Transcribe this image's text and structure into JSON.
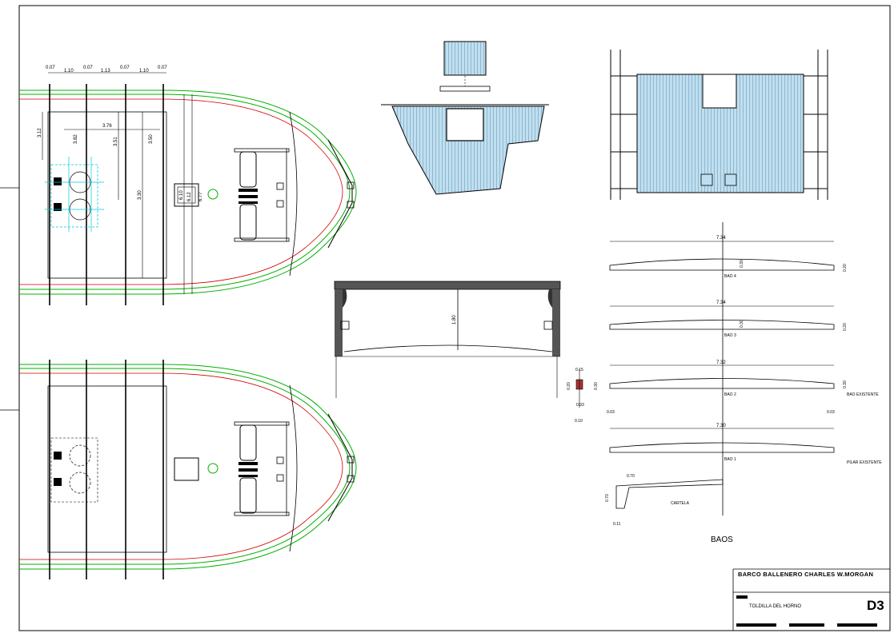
{
  "title_block": {
    "project": "BARCO BALLENERO CHARLES W.MORGAN",
    "sheet_title": "TOLDILLA DEL HORNO",
    "sheet_code": "D3"
  },
  "plan_dimensions": {
    "top": [
      "0.07",
      "1.10",
      "0.07",
      "1.13",
      "0.07",
      "1.10",
      "0.07"
    ],
    "vertical": [
      "3.12",
      "3.82",
      "3.51",
      "3.50",
      "3.30",
      "6.10",
      "6.12",
      "6.77"
    ],
    "horizontal": [
      "3.76"
    ]
  },
  "section": {
    "height_label": "1.80"
  },
  "detail": {
    "labels": [
      "0.15",
      "0.20",
      "0.30",
      "0.03",
      "0.10"
    ]
  },
  "beams": {
    "caption": "BAOS",
    "items": [
      {
        "span": "7.34",
        "name": "BAO 4",
        "camber": "0.20",
        "mid": "0.30"
      },
      {
        "span": "7.34",
        "name": "BAO 3",
        "camber": "0.20",
        "mid": "0.30"
      },
      {
        "span": "7.32",
        "name": "BAO 2",
        "camber": "0.30",
        "mid": ""
      },
      {
        "span": "7.30",
        "name": "BAO 1",
        "camber": "",
        "mid": ""
      }
    ],
    "edge_offsets": [
      "0.03",
      "0.03"
    ],
    "notes": [
      "BAO EXISTENTE",
      "PILAR EXISTENTE",
      "CARTELA"
    ],
    "cartela_dims": [
      "0.70",
      "0.70",
      "0.11"
    ]
  }
}
